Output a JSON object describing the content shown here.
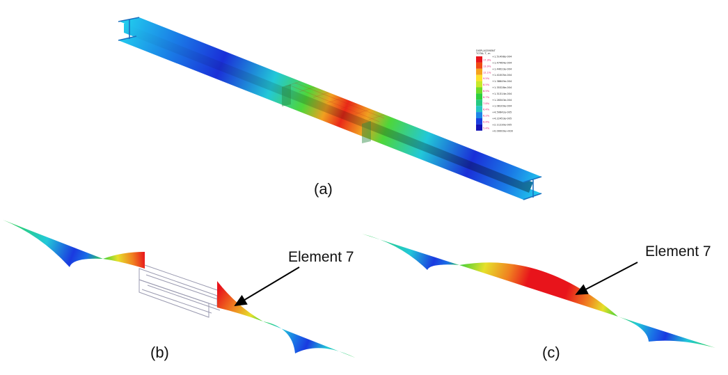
{
  "panels": {
    "a": {
      "caption": "(a)"
    },
    "b": {
      "caption": "(b)",
      "annotation": "Element 7"
    },
    "c": {
      "caption": "(c)",
      "annotation": "Element 7"
    }
  },
  "legend": {
    "title_line1": "DISPLACEMENT",
    "title_line2": "TOTAL T, m",
    "values": [
      "+1.51498e-004",
      "+1.47464e-004",
      "+1.44023e-004",
      "+1.41005e-004",
      "+1.38649e-004",
      "+1.35328e-004",
      "+1.31314e-004",
      "+1.28343e-004",
      "+1.08109e-004",
      "+4.50642e-005",
      "+4.22453e-005",
      "+2.11230e-005",
      "+0.00000e+000"
    ],
    "percents": [
      "17.3%",
      "13.9%",
      "12.1%",
      "9.5%",
      "8.5%",
      "8.5%",
      "8.7%",
      "7.8%",
      "6.4%",
      "6.2%",
      "6.4%",
      "5.4%"
    ],
    "colors": [
      "#e8141b",
      "#f04a14",
      "#f6a21e",
      "#fde02a",
      "#c9e82a",
      "#6fdc2b",
      "#2fcf3e",
      "#26c982",
      "#27c7c4",
      "#1f86e6",
      "#1a3fe0",
      "#1312b6"
    ]
  }
}
